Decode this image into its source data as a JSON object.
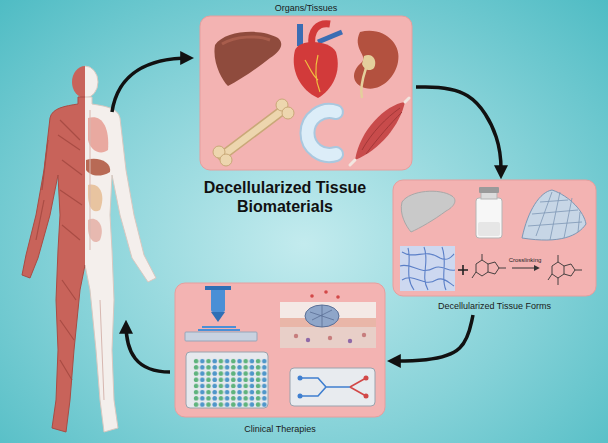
{
  "diagram": {
    "title": "Decellularized Tissue Biomaterials",
    "nodes": [
      {
        "text": [
          "Organs/Tissues"
        ]
      },
      {
        "text": [
          "Decellularized Tissue Forms"
        ]
      },
      {
        "text": [
          "Clinical Therapies"
        ]
      }
    ],
    "edges": [
      {
        "from": 0,
        "to": 1,
        "arrow": "to"
      },
      {
        "from": 1,
        "to": 2,
        "arrow": "to"
      }
    ],
    "labels": [
      "Crosslinking"
    ]
  }
}
